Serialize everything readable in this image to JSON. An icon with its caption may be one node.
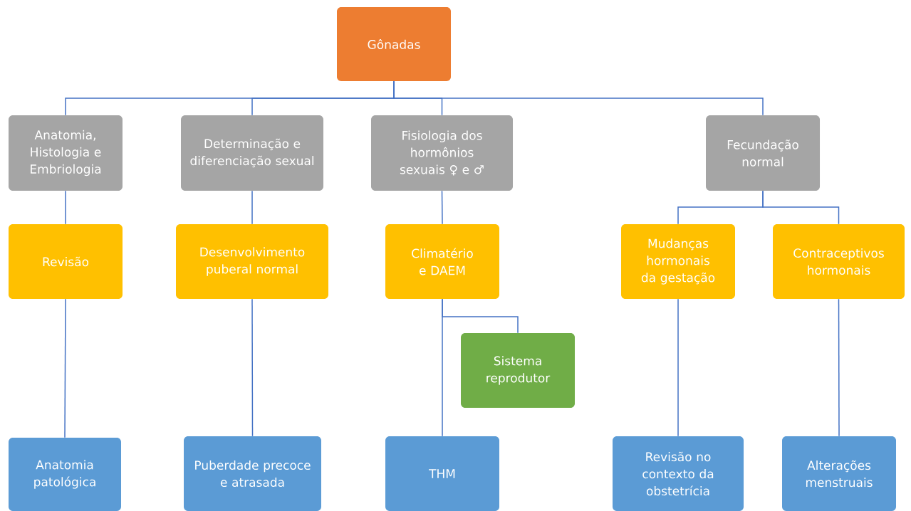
{
  "diagram": {
    "nodes": [
      {
        "text": [
          "Gônadas"
        ]
      },
      {
        "text": [
          "Anatomia, Histologia e Embriologia"
        ]
      },
      {
        "text": [
          "Determinação e diferenciação sexual"
        ]
      },
      {
        "text": [
          "Fisiologia dos hormônios sexuais ♀ e ♂"
        ]
      },
      {
        "text": [
          "Fecundação normal"
        ]
      },
      {
        "text": [
          "Revisão"
        ]
      },
      {
        "text": [
          "Desenvolvimento puberal normal"
        ]
      },
      {
        "text": [
          "Climatério e DAEM"
        ]
      },
      {
        "text": [
          "Mudanças hormonais da gestação"
        ]
      },
      {
        "text": [
          "Contraceptivos hormonais"
        ]
      },
      {
        "text": [
          "Sistema reprodutor"
        ]
      },
      {
        "text": [
          "Anatomia patológica"
        ]
      },
      {
        "text": [
          "Puberdade precoce e atrasada"
        ]
      },
      {
        "text": [
          "THM"
        ]
      },
      {
        "text": [
          "Revisão no contexto da obstetrícia"
        ]
      },
      {
        "text": [
          "Alterações menstruais"
        ]
      }
    ],
    "edges": [
      {
        "from": 0,
        "to": 1,
        "arrow": "none"
      },
      {
        "from": 0,
        "to": 2,
        "arrow": "none"
      },
      {
        "from": 0,
        "to": 3,
        "arrow": "none"
      },
      {
        "from": 0,
        "to": 4,
        "arrow": "none"
      },
      {
        "from": 1,
        "to": 5,
        "arrow": "none"
      },
      {
        "from": 2,
        "to": 6,
        "arrow": "none"
      },
      {
        "from": 3,
        "to": 7,
        "arrow": "none"
      },
      {
        "from": 4,
        "to": 8,
        "arrow": "none"
      },
      {
        "from": 4,
        "to": 9,
        "arrow": "none"
      },
      {
        "from": 5,
        "to": 11,
        "arrow": "none"
      },
      {
        "from": 6,
        "to": 12,
        "arrow": "none"
      },
      {
        "from": 7,
        "to": 10,
        "arrow": "none"
      },
      {
        "from": 7,
        "to": 13,
        "arrow": "none"
      },
      {
        "from": 8,
        "to": 14,
        "arrow": "none"
      },
      {
        "from": 9,
        "to": 15,
        "arrow": "none"
      }
    ]
  }
}
